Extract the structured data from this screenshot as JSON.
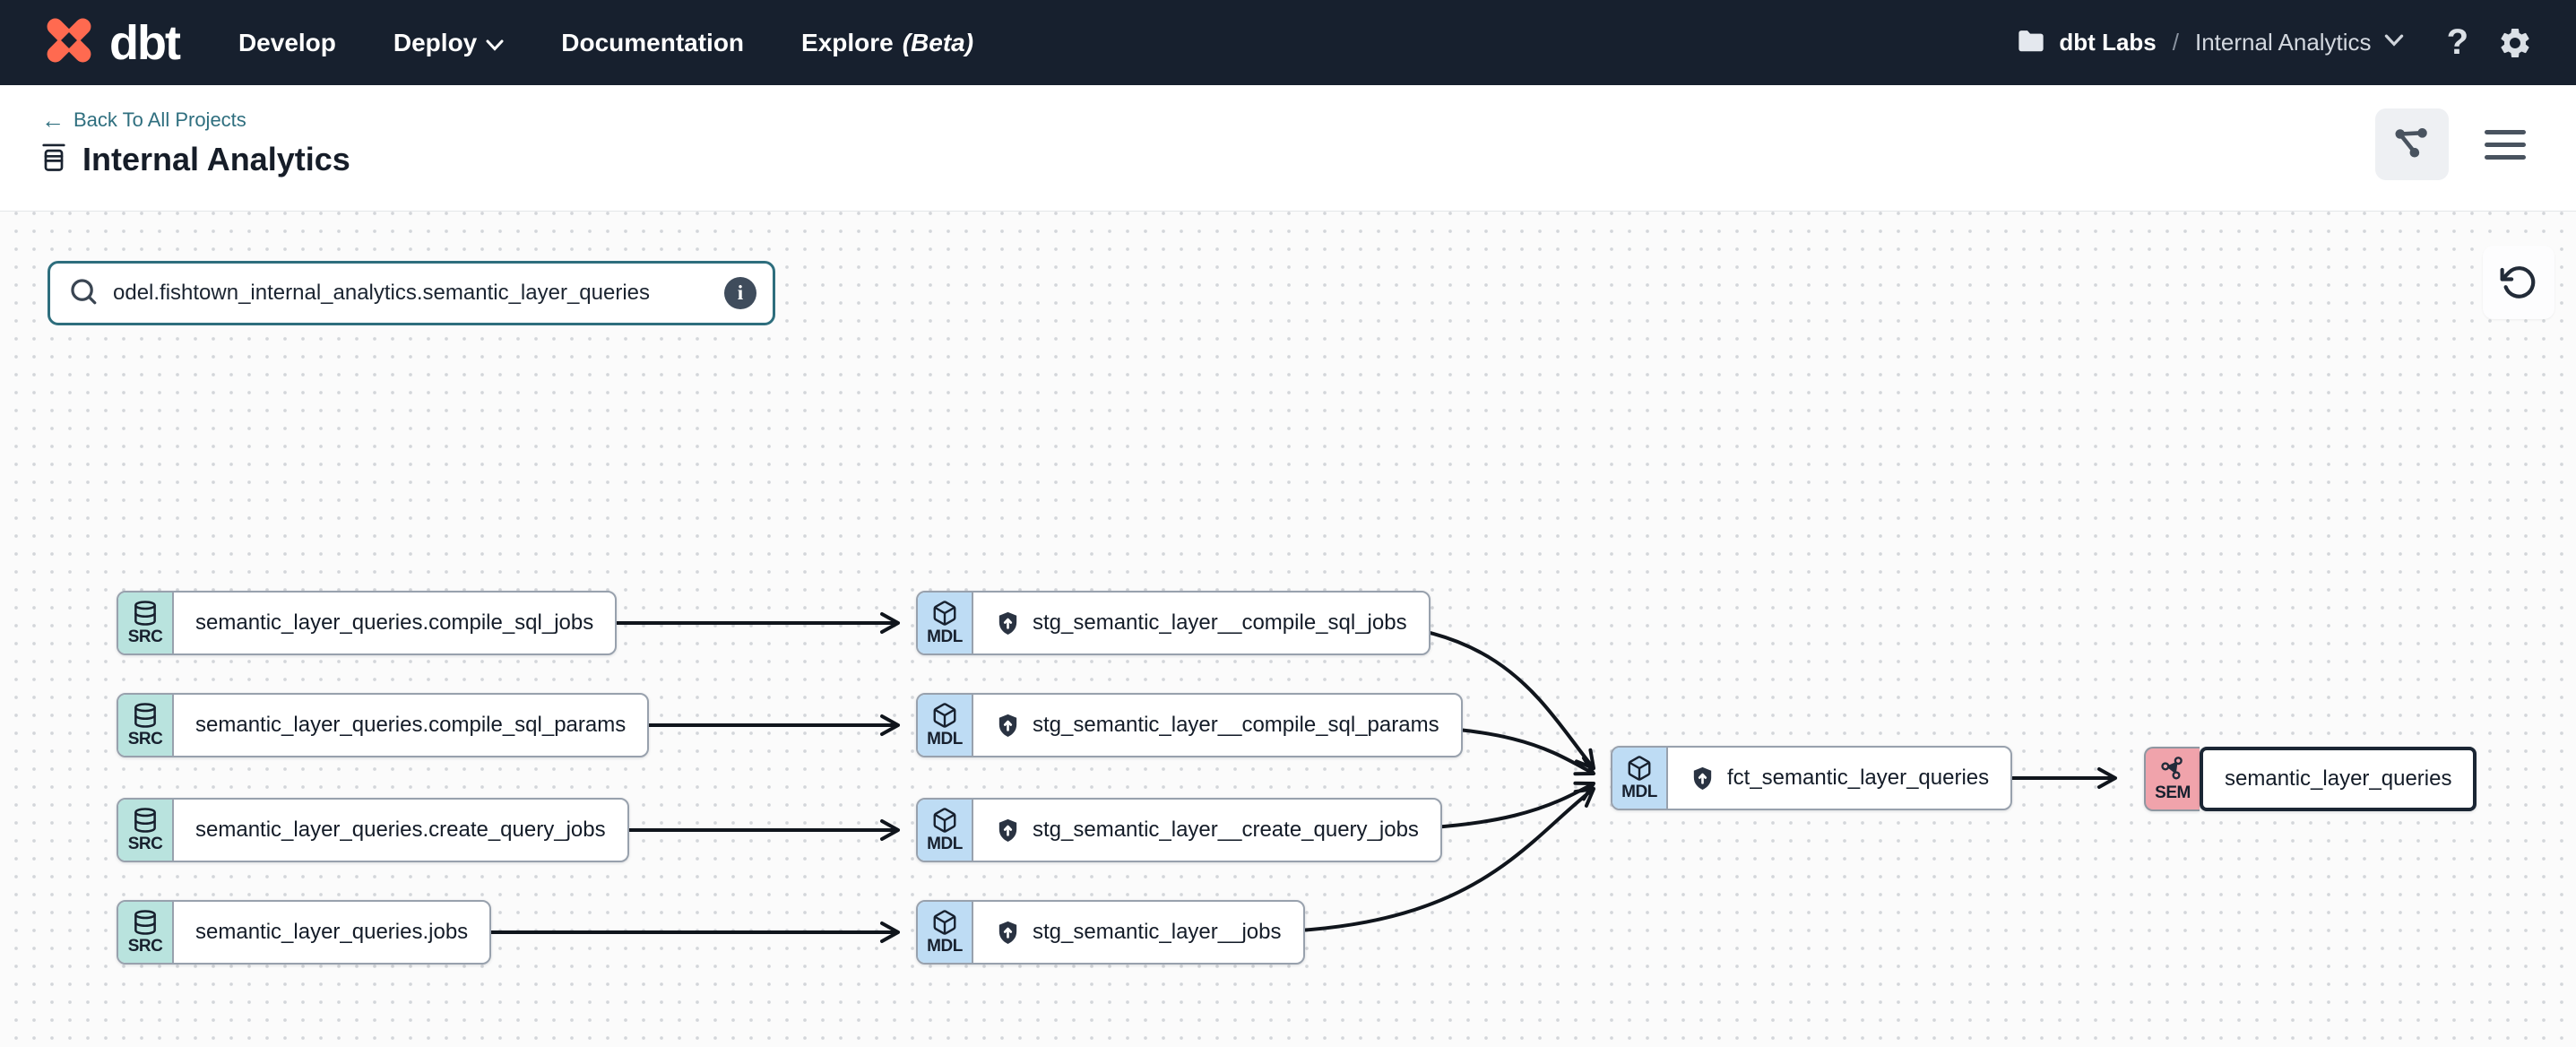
{
  "nav": {
    "brand": "dbt",
    "items": [
      {
        "label": "Develop"
      },
      {
        "label": "Deploy"
      },
      {
        "label": "Documentation"
      },
      {
        "label": "Explore",
        "suffix": "(Beta)"
      }
    ],
    "breadcrumb": {
      "org": "dbt Labs",
      "separator": "/",
      "project": "Internal Analytics"
    },
    "help_label": "?"
  },
  "header": {
    "back_link": "Back To All Projects",
    "title": "Internal Analytics"
  },
  "toolbar": {
    "search_value": "odel.fishtown_internal_analytics.semantic_layer_queries",
    "info_label": "i"
  },
  "graph": {
    "nodes": [
      {
        "id": "src_compile_sql_jobs",
        "badge": "SRC",
        "label": "semantic_layer_queries.compile_sql_jobs"
      },
      {
        "id": "src_compile_sql_params",
        "badge": "SRC",
        "label": "semantic_layer_queries.compile_sql_params"
      },
      {
        "id": "src_create_query_jobs",
        "badge": "SRC",
        "label": "semantic_layer_queries.create_query_jobs"
      },
      {
        "id": "src_jobs",
        "badge": "SRC",
        "label": "semantic_layer_queries.jobs"
      },
      {
        "id": "stg_compile_sql_jobs",
        "badge": "MDL",
        "label": "stg_semantic_layer__compile_sql_jobs"
      },
      {
        "id": "stg_compile_sql_params",
        "badge": "MDL",
        "label": "stg_semantic_layer__compile_sql_params"
      },
      {
        "id": "stg_create_query_jobs",
        "badge": "MDL",
        "label": "stg_semantic_layer__create_query_jobs"
      },
      {
        "id": "stg_jobs",
        "badge": "MDL",
        "label": "stg_semantic_layer__jobs"
      },
      {
        "id": "fct_semantic_layer_queries",
        "badge": "MDL",
        "label": "fct_semantic_layer_queries"
      },
      {
        "id": "semantic_layer_queries",
        "badge": "SEM",
        "label": "semantic_layer_queries",
        "selected": true
      }
    ],
    "edges": [
      {
        "from": "src_compile_sql_jobs",
        "to": "stg_compile_sql_jobs"
      },
      {
        "from": "src_compile_sql_params",
        "to": "stg_compile_sql_params"
      },
      {
        "from": "src_create_query_jobs",
        "to": "stg_create_query_jobs"
      },
      {
        "from": "src_jobs",
        "to": "stg_jobs"
      },
      {
        "from": "stg_compile_sql_jobs",
        "to": "fct_semantic_layer_queries"
      },
      {
        "from": "stg_compile_sql_params",
        "to": "fct_semantic_layer_queries"
      },
      {
        "from": "stg_create_query_jobs",
        "to": "fct_semantic_layer_queries"
      },
      {
        "from": "stg_jobs",
        "to": "fct_semantic_layer_queries"
      },
      {
        "from": "fct_semantic_layer_queries",
        "to": "semantic_layer_queries"
      }
    ]
  },
  "colors": {
    "nav_bg": "#17202e",
    "logo_orange": "#ff6a50",
    "link_teal": "#2f6f7f",
    "src_badge": "#b9e3de",
    "mdl_badge": "#bedcf4",
    "sem_badge": "#f0a3ab",
    "selected_border": "#1b2634",
    "edge": "#10151c"
  }
}
